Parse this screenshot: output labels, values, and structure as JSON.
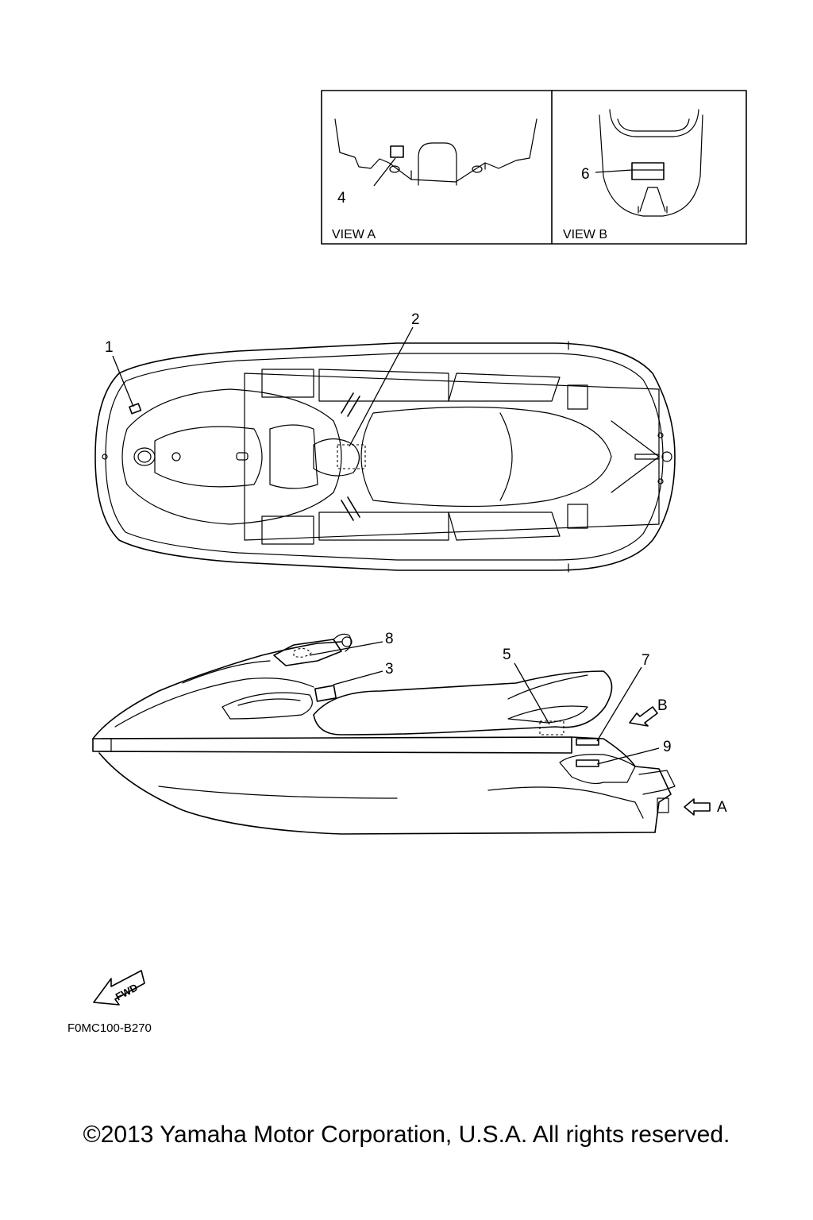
{
  "views": {
    "view_a_label": "VIEW A",
    "view_b_label": "VIEW B"
  },
  "callouts": {
    "c1": "1",
    "c2": "2",
    "c3": "3",
    "c4": "4",
    "c5": "5",
    "c6": "6",
    "c7": "7",
    "c8": "8",
    "c9": "9"
  },
  "direction_letters": {
    "a": "A",
    "b": "B"
  },
  "fwd_label": "FWD",
  "figure_code": "F0MC100-B270",
  "copyright": "©2013 Yamaha Motor Corporation, U.S.A. All rights reserved."
}
